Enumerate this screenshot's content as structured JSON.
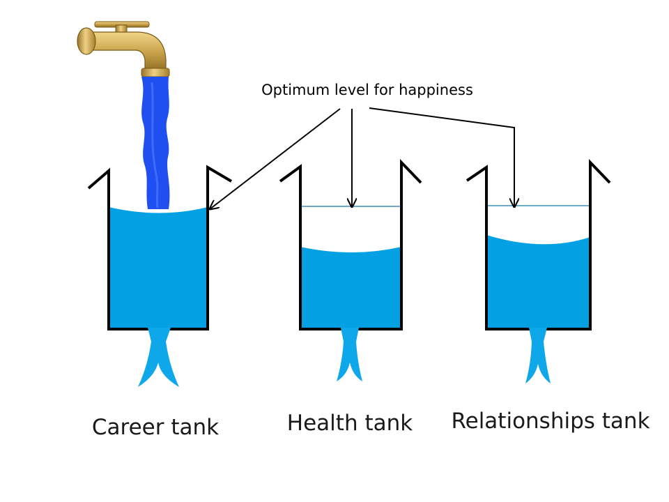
{
  "annotation": {
    "label": "Optimum level for happiness"
  },
  "tanks": [
    {
      "label": "Career tank"
    },
    {
      "label": "Health tank"
    },
    {
      "label": "Relationships tank"
    }
  ],
  "colors": {
    "water": "#03a0e4",
    "tap_stream": "#1f4ff0",
    "tap_brass": "#c9a24a",
    "outline": "#000000",
    "optimum_line": "#3d8fb3"
  }
}
